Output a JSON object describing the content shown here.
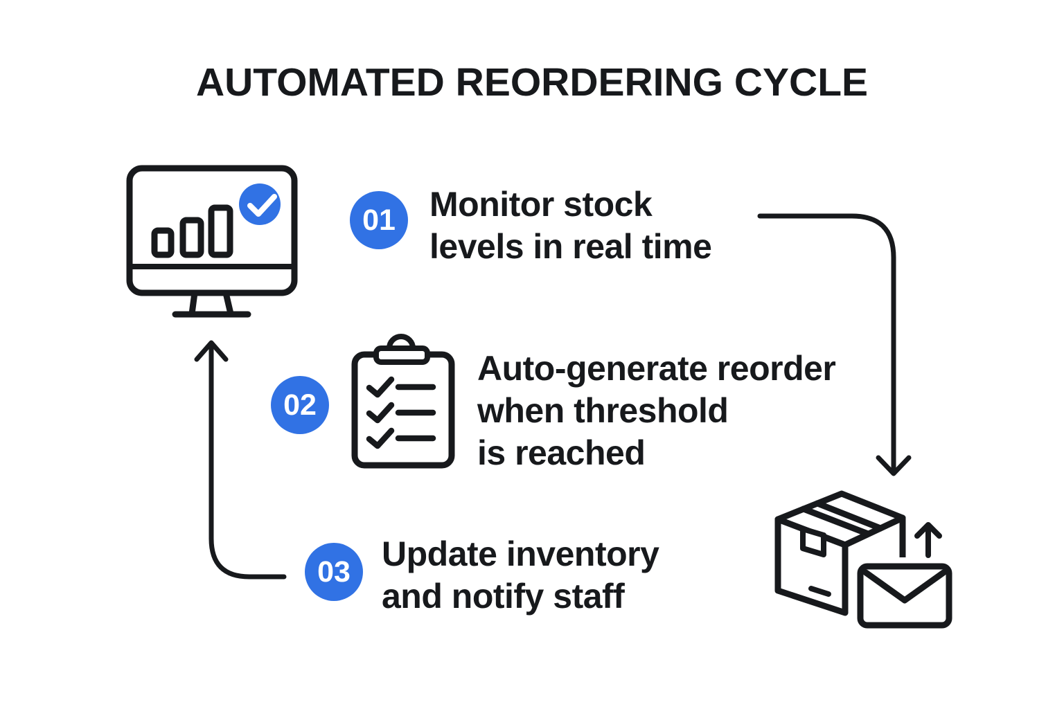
{
  "title": "AUTOMATED REORDERING CYCLE",
  "colors": {
    "accent_blue": "#3172E4",
    "ink": "#17191C",
    "background": "#FFFFFF"
  },
  "steps": [
    {
      "number": "01",
      "lines": [
        "Monitor stock",
        "levels in real time"
      ]
    },
    {
      "number": "02",
      "lines": [
        "Auto-generate reorder",
        "when threshold",
        "is reached"
      ]
    },
    {
      "number": "03",
      "lines": [
        "Update inventory",
        "and notify staff"
      ]
    }
  ],
  "icons": {
    "monitor": "monitor-bar-chart-check-icon",
    "clipboard": "clipboard-checklist-icon",
    "package": "package-envelope-up-arrow-icon",
    "connector_down": "arrow-down-connector-icon",
    "connector_up": "arrow-up-connector-icon"
  }
}
